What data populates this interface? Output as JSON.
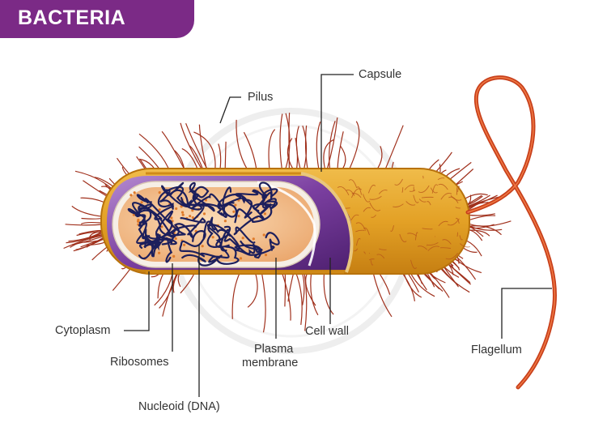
{
  "title": "BACTERIA",
  "labels": {
    "pilus": "Pilus",
    "capsule": "Capsule",
    "cytoplasm": "Cytoplasm",
    "ribosomes": "Ribosomes",
    "nucleoid": "Nucleoid (DNA)",
    "plasma_membrane_line1": "Plasma",
    "plasma_membrane_line2": "membrane",
    "cell_wall": "Cell wall",
    "flagellum": "Flagellum"
  },
  "colors": {
    "banner": "#7b2a86",
    "capsule": "#e0a020",
    "cell_wall": "#7b3fa0",
    "cytoplasm": "#f2bc8a",
    "dna": "#1c1f5c",
    "pili": "#a0301c",
    "flagellum": "#c8401c",
    "ribosome": "#e07a2a"
  }
}
